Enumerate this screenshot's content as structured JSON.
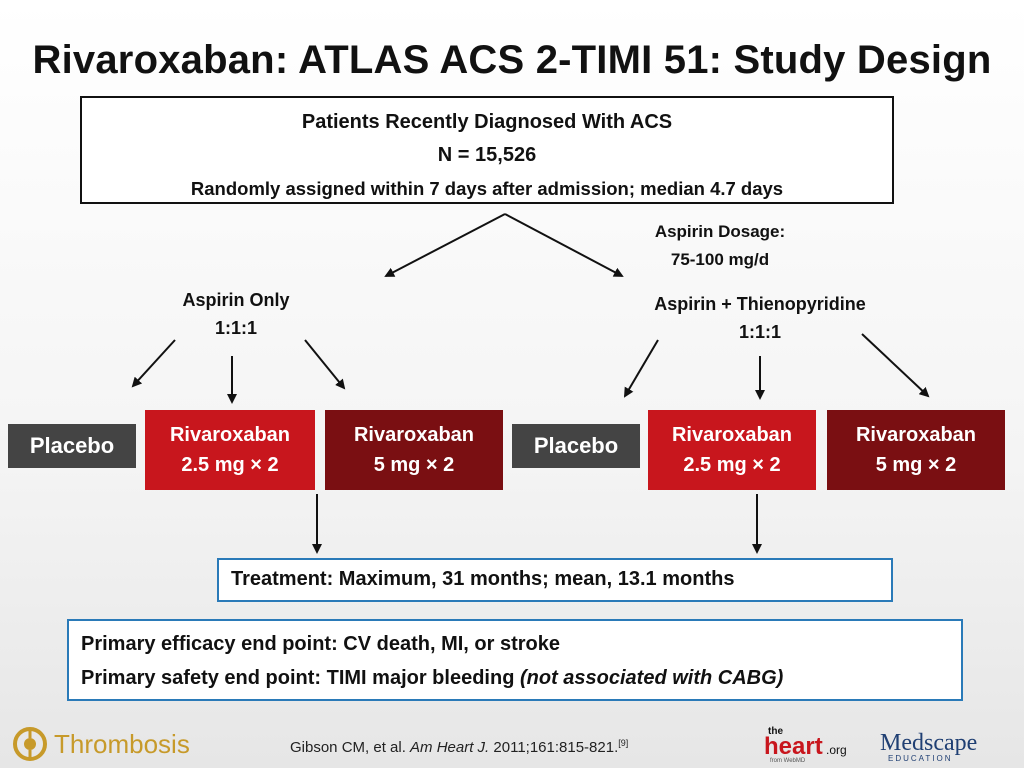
{
  "title": "Rivaroxaban: ATLAS ACS 2-TIMI 51: Study Design",
  "population": {
    "line1": "Patients Recently Diagnosed With ACS",
    "line2": "N = 15,526",
    "line3": "Randomly assigned within 7 days after admission; median 4.7 days"
  },
  "aspirin_dosage": {
    "line1": "Aspirin Dosage:",
    "line2": "75-100 mg/d"
  },
  "groups": [
    {
      "label": "Aspirin Only",
      "ratio": "1:1:1",
      "arms": [
        {
          "name": "Placebo",
          "dose": ""
        },
        {
          "name": "Rivaroxaban",
          "dose": "2.5 mg × 2"
        },
        {
          "name": "Rivaroxaban",
          "dose": "5 mg × 2"
        }
      ]
    },
    {
      "label": "Aspirin + Thienopyridine",
      "ratio": "1:1:1",
      "arms": [
        {
          "name": "Placebo",
          "dose": ""
        },
        {
          "name": "Rivaroxaban",
          "dose": "2.5 mg × 2"
        },
        {
          "name": "Rivaroxaban",
          "dose": "5 mg × 2"
        }
      ]
    }
  ],
  "treatment": "Treatment: Maximum, 31 months; mean, 13.1 months",
  "endpoints": {
    "efficacy": "Primary efficacy end point: CV death, MI, or stroke",
    "safety": "Primary safety end point: TIMI major bleeding ",
    "safety_note": "(not associated with CABG)"
  },
  "footer": {
    "logo_thrombosis": "Thrombosis",
    "citation_authors": "Gibson CM, et al. ",
    "citation_journal": "Am Heart J.",
    "citation_details": " 2011;161:815-821.",
    "citation_ref": "[9]",
    "logo_heart_small": "the",
    "logo_heart_main": "heart",
    "logo_heart_suffix": ".org",
    "logo_heart_from": "from WebMD",
    "logo_medscape": "Medscape",
    "logo_medscape_sub": "EDUCATION"
  },
  "colors": {
    "placebo": "#444444",
    "rivaroxaban_2_5": "#c8161d",
    "rivaroxaban_5": "#7a0f12",
    "info_border": "#2a7ab8",
    "thrombosis_gold": "#c79a2a"
  }
}
